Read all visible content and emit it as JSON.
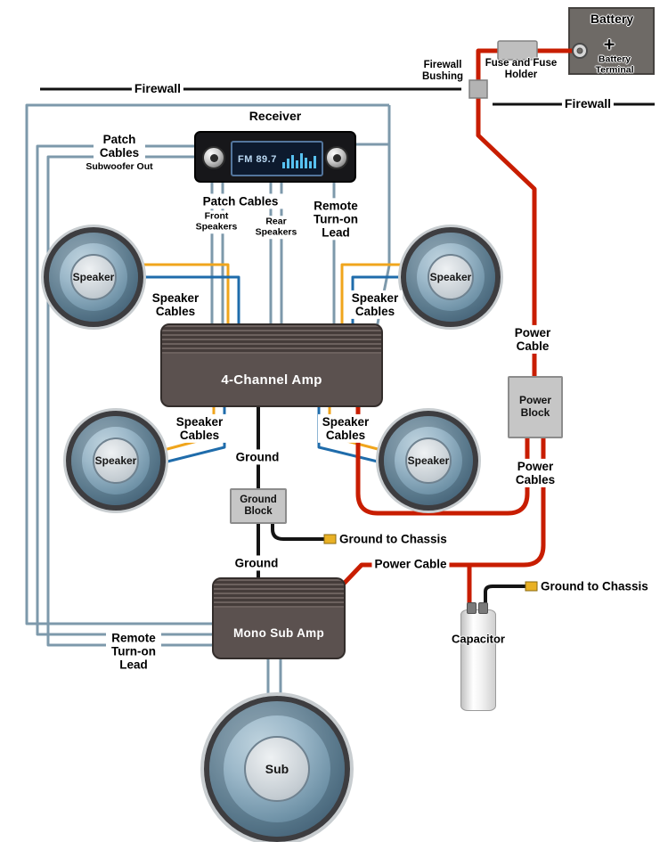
{
  "palette": {
    "power_cable": "#c81d00",
    "ground_cable": "#141414",
    "speaker_cable_positive": "#f0a51c",
    "speaker_cable_negative": "#1f6cab",
    "patch_cable": "#7d99ab",
    "ring_terminal": "#e9b125",
    "amp_body": "#5b514f",
    "block_fill": "#c6c6c6",
    "battery_fill": "#6e6a66"
  },
  "battery": {
    "label": "Battery",
    "plus": "+",
    "terminal_label": "Battery Terminal"
  },
  "fuse": {
    "label": "Fuse and Fuse Holder"
  },
  "firewall": {
    "left_label": "Firewall",
    "right_label": "Firewall",
    "bushing_label": "Firewall Bushing"
  },
  "receiver": {
    "label": "Receiver",
    "display_freq": "FM 89.7"
  },
  "labels": {
    "patch_cables_subwoofer": "Patch Cables",
    "subwoofer_out": "Subwoofer Out",
    "patch_cables": "Patch Cables",
    "front_speakers": "Front Speakers",
    "rear_speakers": "Rear Speakers",
    "remote_turn_on_top": "Remote Turn-on Lead",
    "remote_turn_on_bottom": "Remote Turn-on Lead",
    "speaker_cables_front_left": "Speaker Cables",
    "speaker_cables_front_right": "Speaker Cables",
    "speaker_cables_rear_left": "Speaker Cables",
    "speaker_cables_rear_right": "Speaker Cables",
    "power_cable_main": "Power Cable",
    "power_cables": "Power Cables",
    "power_cable_sub": "Power Cable",
    "ground_upper": "Ground",
    "ground_lower": "Ground",
    "ground_to_chassis_1": "Ground to Chassis",
    "ground_to_chassis_2": "Ground to Chassis"
  },
  "components": {
    "four_channel_amp": "4-Channel Amp",
    "mono_sub_amp": "Mono Sub Amp",
    "power_block": "Power Block",
    "ground_block": "Ground Block",
    "capacitor": "Capacitor"
  },
  "speakers": {
    "front_left": "Speaker",
    "front_right": "Speaker",
    "rear_left": "Speaker",
    "rear_right": "Speaker",
    "sub": "Sub"
  }
}
